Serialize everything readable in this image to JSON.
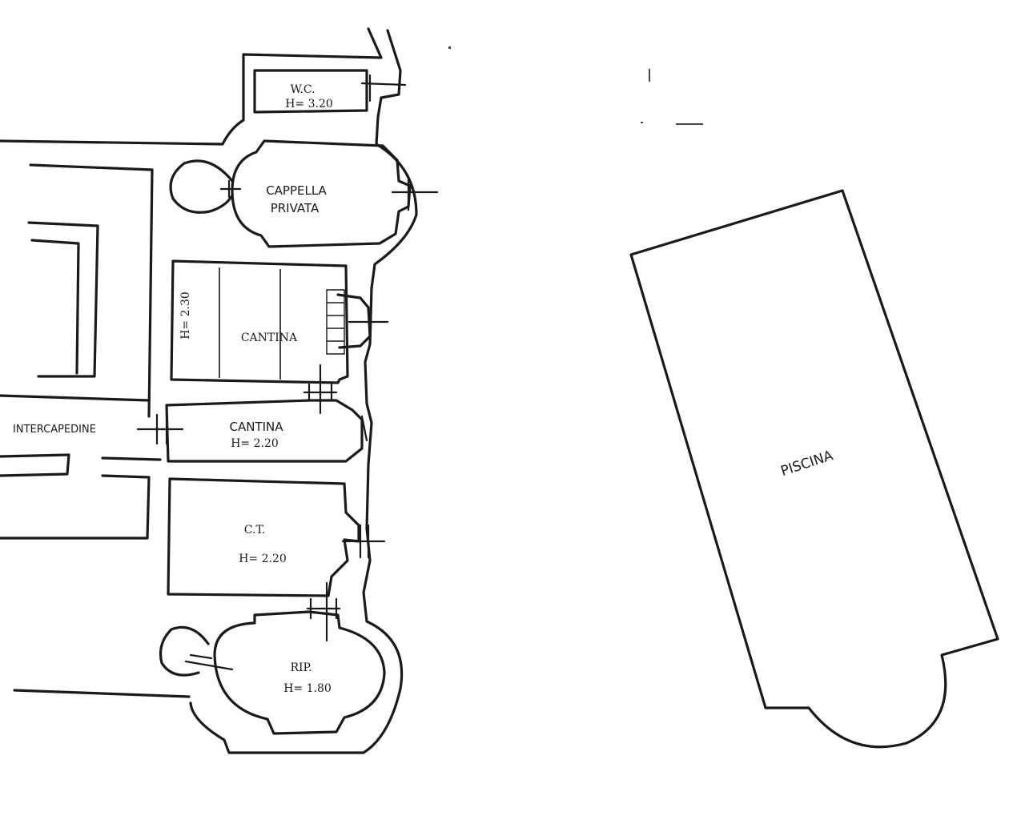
{
  "rooms": {
    "wc": {
      "name": "W.C.",
      "height": "H= 3.20"
    },
    "cappella": {
      "line1": "CAPPELLA",
      "line2": "PRIVATA"
    },
    "cantina_upper": {
      "name": "CANTINA",
      "height": "H= 2.30"
    },
    "cantina_lower": {
      "name": "CANTINA",
      "height": "H= 2.20"
    },
    "intercapedine": {
      "name": "INTERCAPEDINE"
    },
    "ct": {
      "name": "C.T.",
      "height": "H= 2.20"
    },
    "rip": {
      "name": "RIP.",
      "height": "H= 1.80"
    },
    "piscina": {
      "name": "PISCINA"
    }
  }
}
